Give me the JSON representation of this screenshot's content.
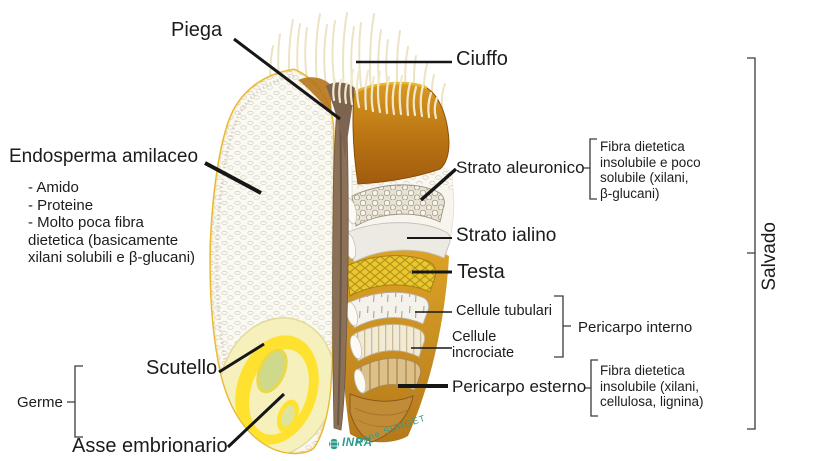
{
  "diagram": {
    "labels": {
      "piega": "Piega",
      "ciuffo": "Ciuffo",
      "endosperma_title": "Endosperma amilaceo",
      "endosperma_lines": [
        "- Amido",
        "- Proteine",
        "- Molto poca fibra",
        "dietetica (basicamente",
        "xilani solubili e β-glucani)"
      ],
      "strato_aleuronico": "Strato aleuronico",
      "fibra_aleuronico_lines": [
        "Fibra dietetica",
        "insolubile e poco",
        "solubile (xilani,",
        "β-glucani)"
      ],
      "strato_ialino": "Strato ialino",
      "testa": "Testa",
      "cellule_tubulari": "Cellule tubulari",
      "cellule_incrociate_lines": [
        "Cellule",
        "incrociate"
      ],
      "pericarpo_interno": "Pericarpo interno",
      "pericarpo_esterno": "Pericarpo esterno",
      "fibra_esterno_lines": [
        "Fibra dietetica",
        "insolubile (xilani,",
        "cellulosa, lignina)"
      ],
      "scutello": "Scutello",
      "germe": "Germe",
      "asse_embrionario": "Asse embrionario",
      "salvado": "Salvado"
    },
    "watermark": {
      "institute": "INRA",
      "author": "Anne SURGET",
      "color": "#2a9b8b"
    },
    "colors": {
      "outline_gold": "#e9b930",
      "pericarp_brown": "#b06a12",
      "crease_brown": "#8a7158",
      "testa_gold": "#eac92e",
      "germ_yellow": "#ffe22f",
      "germ_pale": "#f5f0bc",
      "bran_tan": "#dcbf8a",
      "text": "#1c1c1c"
    }
  }
}
